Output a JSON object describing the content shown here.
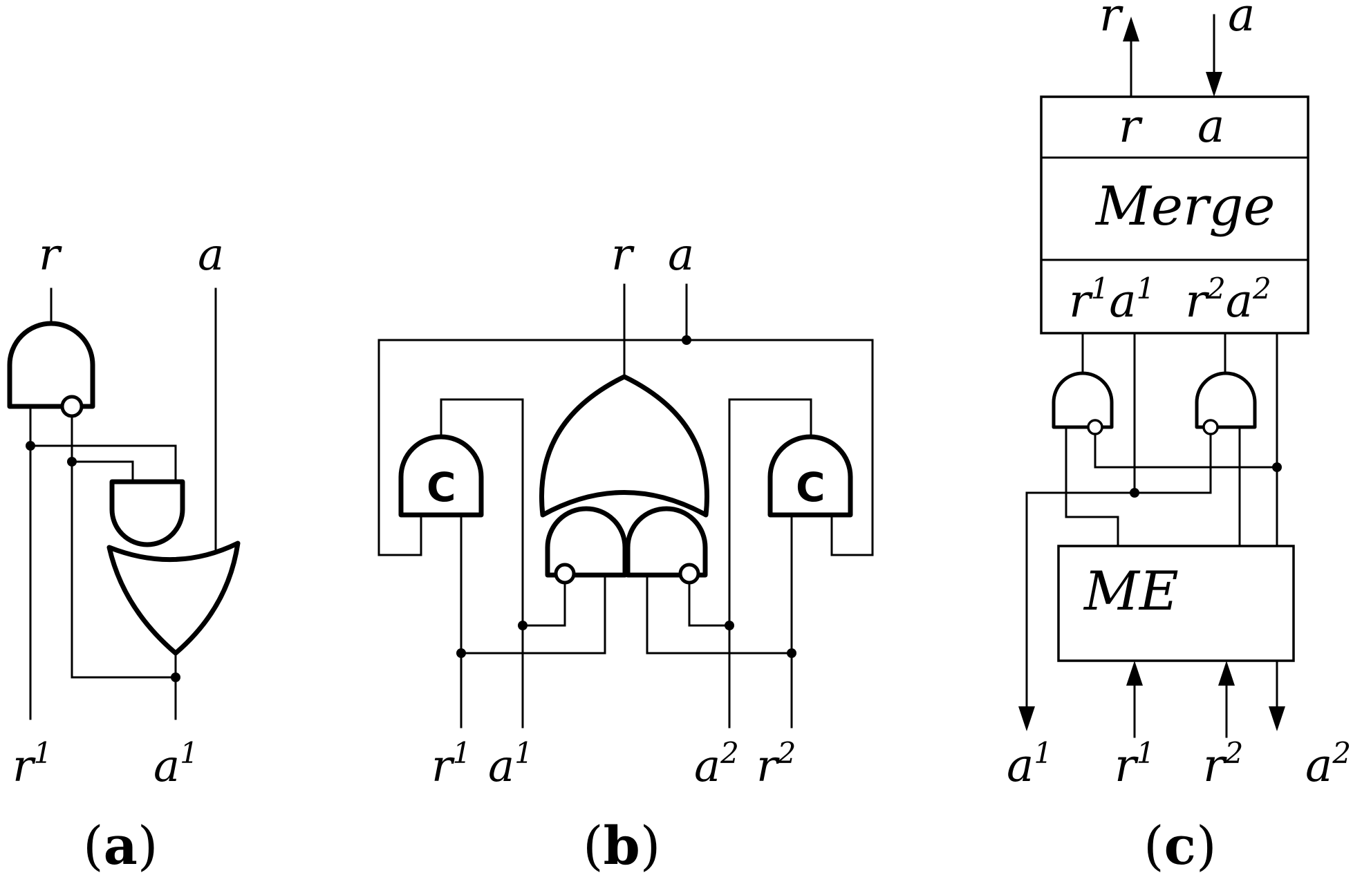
{
  "panels": {
    "a": {
      "caption": {
        "open": "(",
        "letter": "a",
        "close": ")"
      },
      "signals": {
        "r": "r",
        "a": "a",
        "r1": "r",
        "r1_sup": "1",
        "a1": "a",
        "a1_sup": "1"
      }
    },
    "b": {
      "caption": {
        "open": "(",
        "letter": "b",
        "close": ")"
      },
      "signals": {
        "r": "r",
        "a": "a",
        "r1": "r",
        "r1_sup": "1",
        "a1": "a",
        "a1_sup": "1",
        "a2": "a",
        "a2_sup": "2",
        "r2": "r",
        "r2_sup": "2"
      },
      "c_element_label": "C"
    },
    "c": {
      "caption": {
        "open": "(",
        "letter": "c",
        "close": ")"
      },
      "merge_block": {
        "top_ports": [
          "r",
          "a"
        ],
        "name": "Merge",
        "bottom_ports": [
          {
            "s": "r",
            "sup": "1"
          },
          {
            "s": "a",
            "sup": "1"
          },
          {
            "s": "r",
            "sup": "2"
          },
          {
            "s": "a",
            "sup": "2"
          }
        ]
      },
      "me_block": {
        "name": "ME"
      },
      "signals": {
        "r_top": "r",
        "a_top": "a",
        "a1": "a",
        "a1_sup": "1",
        "r1": "r",
        "r1_sup": "1",
        "r2": "r",
        "r2_sup": "2",
        "a2": "a",
        "a2_sup": "2"
      }
    }
  }
}
